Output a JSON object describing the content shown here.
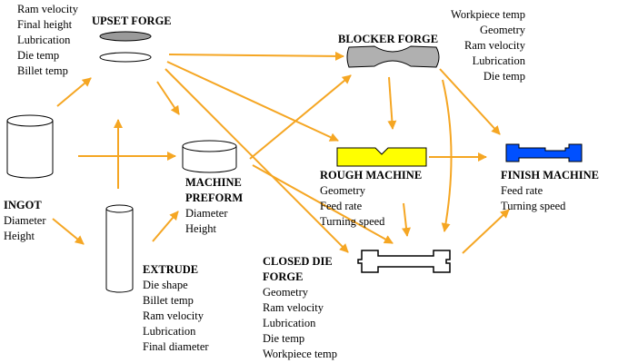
{
  "nodes": {
    "upset_forge": {
      "title": "UPSET FORGE",
      "params": [
        "Ram velocity",
        "Final height",
        "Lubrication",
        "Die temp",
        "Billet temp"
      ]
    },
    "blocker_forge": {
      "title": "BLOCKER FORGE",
      "params": [
        "Workpiece temp",
        "Geometry",
        "Ram velocity",
        "Lubrication",
        "Die temp"
      ]
    },
    "ingot": {
      "title": "INGOT",
      "params": [
        "Diameter",
        "Height"
      ]
    },
    "machine_preform": {
      "title_lines": [
        "MACHINE",
        "PREFORM"
      ],
      "params": [
        "Diameter",
        "Height"
      ]
    },
    "rough_machine": {
      "title": "ROUGH MACHINE",
      "params": [
        "Geometry",
        "Feed rate",
        "Turning speed"
      ]
    },
    "finish_machine": {
      "title": "FINISH MACHINE",
      "params": [
        "Feed rate",
        "Turning speed"
      ]
    },
    "extrude": {
      "title": "EXTRUDE",
      "params": [
        "Die shape",
        "Billet temp",
        "Ram velocity",
        "Lubrication",
        "Final diameter"
      ]
    },
    "closed_die_forge": {
      "title_lines": [
        "CLOSED DIE",
        "FORGE"
      ],
      "params": [
        "Geometry",
        "Ram velocity",
        "Lubrication",
        "Die temp",
        "Workpiece temp"
      ]
    }
  },
  "colors": {
    "arrow": "#f5a623",
    "blocker_fill": "#b0b0b0",
    "rough_fill": "#ffff00",
    "finish_fill": "#0050ff",
    "upset_disk_fill": "#9a9a9a"
  }
}
